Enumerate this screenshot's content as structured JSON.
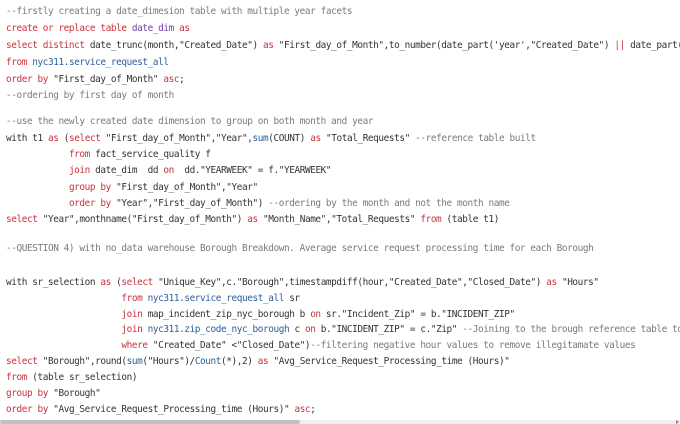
{
  "editor": {
    "colors": {
      "keyword": "#c8323c",
      "identifier": "#2b5e9a",
      "definition": "#6a3fa0",
      "comment": "#7a7a7a",
      "text": "#333333"
    },
    "lines": [
      {
        "tokens": [
          {
            "t": "c",
            "text": "--firstly creating a date_dimesion table with multiple year facets"
          }
        ]
      },
      {
        "tokens": [
          {
            "t": "k",
            "text": "create or replace table "
          },
          {
            "t": "v",
            "text": "date_dim"
          },
          {
            "t": "k",
            "text": " as"
          }
        ]
      },
      {
        "tokens": [
          {
            "t": "k",
            "text": "select distinct "
          },
          {
            "t": "p",
            "text": "date_trunc(month,\"Created_Date\") "
          },
          {
            "t": "k",
            "text": "as"
          },
          {
            "t": "p",
            "text": " \"First_day_of_Month\",to_number(date_part('year',\"Created_Date\") "
          },
          {
            "t": "k",
            "text": "||"
          },
          {
            "t": "p",
            "text": " date_part("
          }
        ]
      },
      {
        "tokens": [
          {
            "t": "k",
            "text": "from "
          },
          {
            "t": "b",
            "text": "nyc311.service_request_all"
          }
        ]
      },
      {
        "tokens": [
          {
            "t": "k",
            "text": "order by "
          },
          {
            "t": "p",
            "text": "\"First_day_of_Month\" "
          },
          {
            "t": "k",
            "text": "asc"
          },
          {
            "t": "p",
            "text": ";"
          }
        ]
      },
      {
        "tokens": [
          {
            "t": "c",
            "text": "--ordering by first day of month"
          }
        ]
      },
      {
        "tokens": [
          {
            "t": "c",
            "text": "--use the newly created date dimension to group on both month and year"
          }
        ]
      },
      {
        "tokens": [
          {
            "t": "p",
            "text": "with t1 "
          },
          {
            "t": "k",
            "text": "as"
          },
          {
            "t": "p",
            "text": " ("
          },
          {
            "t": "k",
            "text": "select"
          },
          {
            "t": "p",
            "text": " \"First_day_of_Month\",\"Year\","
          },
          {
            "t": "b",
            "text": "sum"
          },
          {
            "t": "p",
            "text": "(COUNT) "
          },
          {
            "t": "k",
            "text": "as"
          },
          {
            "t": "p",
            "text": " \"Total_Requests\" "
          },
          {
            "t": "c",
            "text": "--reference table built"
          }
        ]
      },
      {
        "tokens": [
          {
            "t": "p",
            "text": "            "
          },
          {
            "t": "k",
            "text": "from"
          },
          {
            "t": "p",
            "text": " fact_service_quality f"
          }
        ]
      },
      {
        "tokens": [
          {
            "t": "p",
            "text": "            "
          },
          {
            "t": "k",
            "text": "join"
          },
          {
            "t": "p",
            "text": " date_dim  dd "
          },
          {
            "t": "k",
            "text": "on"
          },
          {
            "t": "p",
            "text": "  dd.\"YEARWEEK\" = f.\"YEARWEEK\""
          }
        ]
      },
      {
        "tokens": [
          {
            "t": "p",
            "text": "            "
          },
          {
            "t": "k",
            "text": "group by"
          },
          {
            "t": "p",
            "text": " \"First_day_of_Month\",\"Year\""
          }
        ]
      },
      {
        "tokens": [
          {
            "t": "p",
            "text": "            "
          },
          {
            "t": "k",
            "text": "order by"
          },
          {
            "t": "p",
            "text": " \"Year\",\"First_day_of_Month\") "
          },
          {
            "t": "c",
            "text": "--ordering by the month and not the month name"
          }
        ]
      },
      {
        "tokens": [
          {
            "t": "k",
            "text": "select"
          },
          {
            "t": "p",
            "text": " \"Year\",monthname(\"First_day_of_Month\") "
          },
          {
            "t": "k",
            "text": "as"
          },
          {
            "t": "p",
            "text": " \"Month_Name\",\"Total_Requests\" "
          },
          {
            "t": "k",
            "text": "from"
          },
          {
            "t": "p",
            "text": " (table t1)"
          }
        ]
      },
      {
        "tokens": [
          {
            "t": "c",
            "text": "--QUESTION 4) with no_data warehouse Borough Breakdown. Average service request processing time for each Borough"
          }
        ]
      },
      {
        "tokens": [
          {
            "t": "p",
            "text": "with sr_selection "
          },
          {
            "t": "k",
            "text": "as"
          },
          {
            "t": "p",
            "text": " ("
          },
          {
            "t": "k",
            "text": "select"
          },
          {
            "t": "p",
            "text": " \"Unique_Key\",c.\"Borough\",timestampdiff(hour,\"Created_Date\",\"Closed_Date\") "
          },
          {
            "t": "k",
            "text": "as"
          },
          {
            "t": "p",
            "text": " \"Hours\""
          }
        ]
      },
      {
        "tokens": [
          {
            "t": "p",
            "text": "                      "
          },
          {
            "t": "k",
            "text": "from"
          },
          {
            "t": "p",
            "text": " "
          },
          {
            "t": "b",
            "text": "nyc311.service_request_all"
          },
          {
            "t": "p",
            "text": " sr"
          }
        ]
      },
      {
        "tokens": [
          {
            "t": "p",
            "text": "                      "
          },
          {
            "t": "k",
            "text": "join"
          },
          {
            "t": "p",
            "text": " map_incident_zip_nyc_borough b "
          },
          {
            "t": "k",
            "text": "on"
          },
          {
            "t": "p",
            "text": " sr.\"Incident_Zip\" = b.\"INCIDENT_ZIP\""
          }
        ]
      },
      {
        "tokens": [
          {
            "t": "p",
            "text": "                      "
          },
          {
            "t": "k",
            "text": "join"
          },
          {
            "t": "p",
            "text": " "
          },
          {
            "t": "b",
            "text": "nyc311.zip_code_nyc_borough"
          },
          {
            "t": "p",
            "text": " c "
          },
          {
            "t": "k",
            "text": "on"
          },
          {
            "t": "p",
            "text": " b.\"INCIDENT_ZIP\" = c.\"Zip\" "
          },
          {
            "t": "c",
            "text": "--Joining to the brough reference table to"
          }
        ]
      },
      {
        "tokens": [
          {
            "t": "p",
            "text": "                      "
          },
          {
            "t": "k",
            "text": "where"
          },
          {
            "t": "p",
            "text": " \"Created_Date\" <\"Closed_Date\")"
          },
          {
            "t": "c",
            "text": "--filtering negative hour values to remove illegitamate values"
          }
        ]
      },
      {
        "tokens": [
          {
            "t": "k",
            "text": "select"
          },
          {
            "t": "p",
            "text": " \"Borough\",round("
          },
          {
            "t": "b",
            "text": "sum"
          },
          {
            "t": "p",
            "text": "(\"Hours\")/"
          },
          {
            "t": "b",
            "text": "Count"
          },
          {
            "t": "p",
            "text": "(*),2) "
          },
          {
            "t": "k",
            "text": "as"
          },
          {
            "t": "p",
            "text": " \"Avg_Service_Request_Processing_time (Hours)\""
          }
        ]
      },
      {
        "tokens": [
          {
            "t": "k",
            "text": "from"
          },
          {
            "t": "p",
            "text": " (table sr_selection)"
          }
        ]
      },
      {
        "tokens": [
          {
            "t": "k",
            "text": "group by"
          },
          {
            "t": "p",
            "text": " \"Borough\""
          }
        ]
      },
      {
        "tokens": [
          {
            "t": "k",
            "text": "order by"
          },
          {
            "t": "p",
            "text": " \"Avg_Service_Request_Processing_time (Hours)\" "
          },
          {
            "t": "k",
            "text": "asc"
          },
          {
            "t": "p",
            "text": ";"
          }
        ]
      }
    ]
  }
}
